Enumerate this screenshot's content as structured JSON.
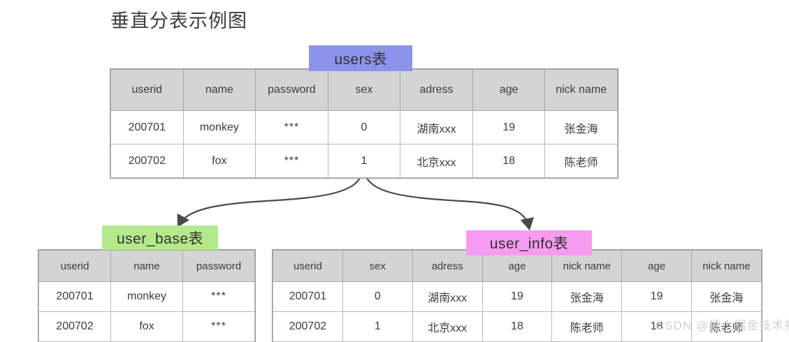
{
  "page": {
    "title": "垂直分表示例图",
    "background": "#ffffff",
    "watermark": "CSDN @稀土掘金技术社区"
  },
  "colors": {
    "tag_users": "#8c93ec",
    "tag_user_base": "#b4e98b",
    "tag_user_info": "#f79cf0",
    "header_fill": "#d4d4d4",
    "border": "#b9b9b9",
    "arrow": "#4a4a4a"
  },
  "tags": {
    "users": "users表",
    "user_base": "user_base表",
    "user_info": "user_info表"
  },
  "tables": {
    "users": {
      "name": "users表",
      "headers": [
        "userid",
        "name",
        "password",
        "sex",
        "adress",
        "age",
        "nick name"
      ],
      "rows": [
        [
          "200701",
          "monkey",
          "***",
          "0",
          "湖南xxx",
          "19",
          "张金海"
        ],
        [
          "200702",
          "fox",
          "***",
          "1",
          "北京xxx",
          "18",
          "陈老师"
        ]
      ]
    },
    "user_base": {
      "name": "user_base表",
      "headers": [
        "userid",
        "name",
        "password"
      ],
      "rows": [
        [
          "200701",
          "monkey",
          "***"
        ],
        [
          "200702",
          "fox",
          "***"
        ]
      ]
    },
    "user_info": {
      "name": "user_info表",
      "headers": [
        "userid",
        "sex",
        "adress",
        "age",
        "nick name",
        "age",
        "nick name"
      ],
      "rows": [
        [
          "200701",
          "0",
          "湖南xxx",
          "19",
          "张金海",
          "19",
          "张金海"
        ],
        [
          "200702",
          "1",
          "北京xxx",
          "18",
          "陈老师",
          "18",
          "陈老师"
        ]
      ]
    }
  },
  "arrows": [
    {
      "name": "arrow-to-user-base",
      "from": "users表",
      "to": "user_base表"
    },
    {
      "name": "arrow-to-user-info",
      "from": "users表",
      "to": "user_info表"
    }
  ]
}
